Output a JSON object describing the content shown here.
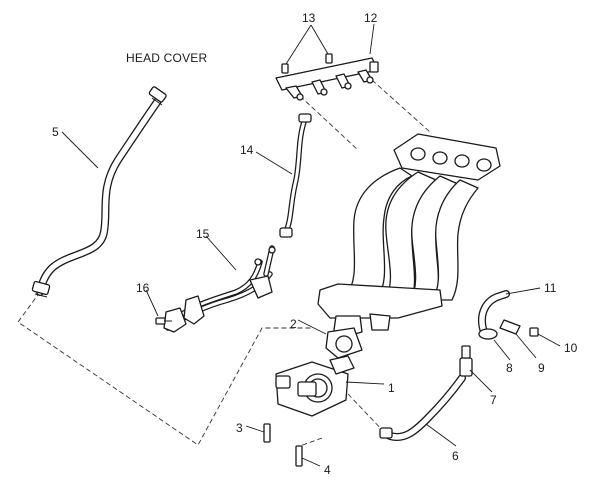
{
  "diagram": {
    "caption": "HEAD COVER",
    "callouts": {
      "p1": "1",
      "p2": "2",
      "p3": "3",
      "p4": "4",
      "p5": "5",
      "p6": "6",
      "p7": "7",
      "p8": "8",
      "p9": "9",
      "p10": "10",
      "p11": "11",
      "p12": "12",
      "p13": "13",
      "p14": "14",
      "p15": "15",
      "p16": "16"
    }
  }
}
